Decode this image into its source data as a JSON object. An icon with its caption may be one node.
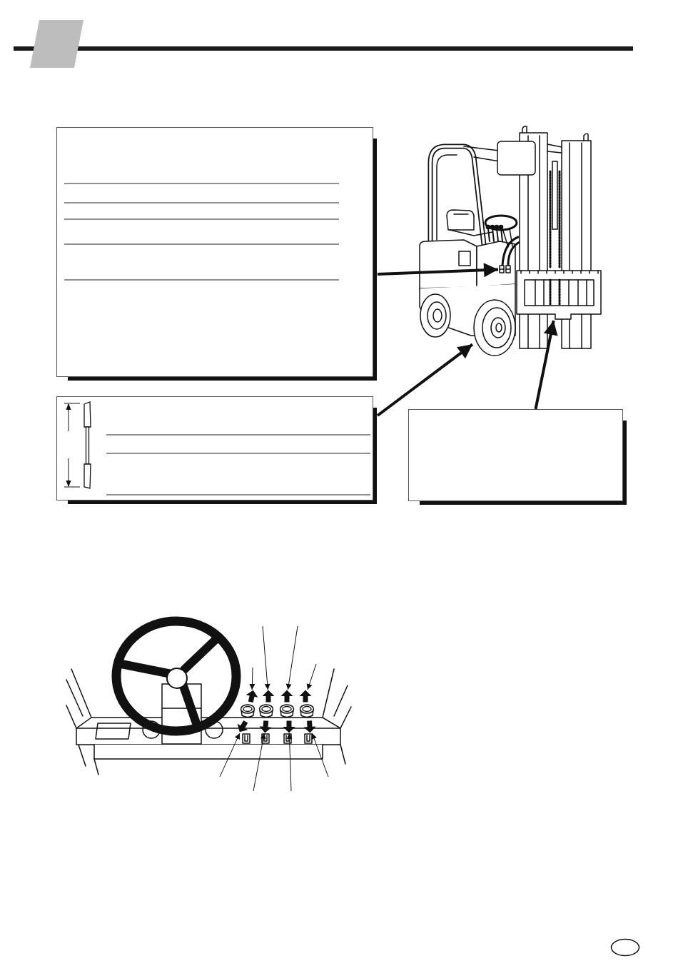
{
  "diagram": {
    "nodes": [
      {
        "text": [],
        "shape": "box"
      },
      {
        "text": [],
        "shape": "picture"
      },
      {
        "text": [],
        "shape": "picture",
        "in": 1
      },
      {
        "text": [],
        "shape": "picture",
        "in": 1
      },
      {
        "text": [],
        "shape": "picture",
        "in": 1
      },
      {
        "text": [],
        "shape": "box"
      },
      {
        "text": [],
        "shape": "box"
      },
      {
        "text": [],
        "shape": "picture"
      },
      {
        "text": [],
        "shape": "arrow",
        "in": 7
      },
      {
        "text": [],
        "shape": "arrow",
        "in": 7
      },
      {
        "text": [],
        "shape": "arrow",
        "in": 7
      },
      {
        "text": [],
        "shape": "arrow",
        "in": 7
      },
      {
        "text": [],
        "shape": "arrow",
        "in": 7
      },
      {
        "text": [],
        "shape": "arrow",
        "in": 7
      },
      {
        "text": [],
        "shape": "arrow",
        "in": 7
      },
      {
        "text": [],
        "shape": "arrow",
        "in": 7
      }
    ],
    "edges": [
      {
        "from": 0,
        "to": 2,
        "arrow": "to",
        "style": "thick"
      },
      {
        "from": 5,
        "to": 3,
        "arrow": "to",
        "style": "thick"
      },
      {
        "from": 6,
        "to": 4,
        "arrow": "to",
        "style": "thick"
      },
      {
        "from": null,
        "to": 8,
        "arrow": "to"
      },
      {
        "from": null,
        "to": 9,
        "arrow": "to"
      },
      {
        "from": null,
        "to": 10,
        "arrow": "to"
      },
      {
        "from": null,
        "to": 11,
        "arrow": "to"
      },
      {
        "from": null,
        "to": 12,
        "arrow": "to"
      },
      {
        "from": null,
        "to": 13,
        "arrow": "to"
      },
      {
        "from": null,
        "to": 14,
        "arrow": "to"
      },
      {
        "from": null,
        "to": 15,
        "arrow": "to"
      }
    ]
  }
}
